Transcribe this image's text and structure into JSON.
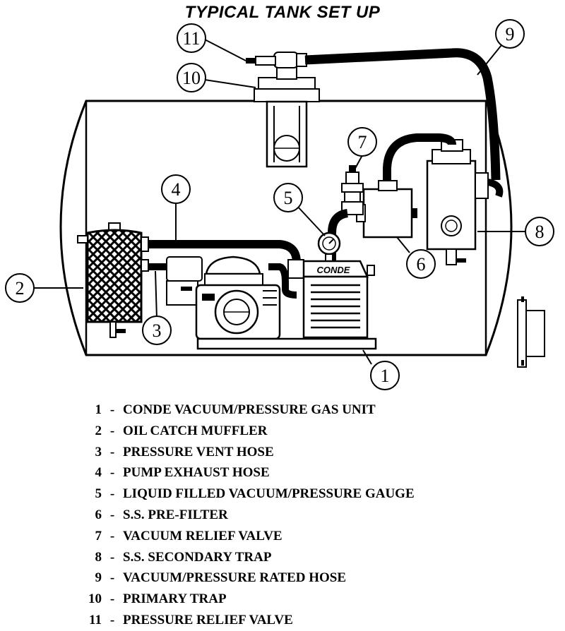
{
  "title": "TYPICAL TANK SET UP",
  "brand_label": "CONDE",
  "callouts": [
    "1",
    "2",
    "3",
    "4",
    "5",
    "6",
    "7",
    "8",
    "9",
    "10",
    "11"
  ],
  "legend": [
    {
      "number": "1",
      "label": "CONDE VACUUM/PRESSURE GAS UNIT"
    },
    {
      "number": "2",
      "label": "OIL CATCH MUFFLER"
    },
    {
      "number": "3",
      "label": "PRESSURE VENT HOSE"
    },
    {
      "number": "4",
      "label": "PUMP EXHAUST HOSE"
    },
    {
      "number": "5",
      "label": "LIQUID FILLED VACUUM/PRESSURE GAUGE"
    },
    {
      "number": "6",
      "label": "S.S. PRE-FILTER"
    },
    {
      "number": "7",
      "label": "VACUUM RELIEF VALVE"
    },
    {
      "number": "8",
      "label": "S.S. SECONDARY TRAP"
    },
    {
      "number": "9",
      "label": "VACUUM/PRESSURE RATED HOSE"
    },
    {
      "number": "10",
      "label": "PRIMARY TRAP"
    },
    {
      "number": "11",
      "label": "PRESSURE RELIEF VALVE"
    }
  ],
  "separator": "-"
}
